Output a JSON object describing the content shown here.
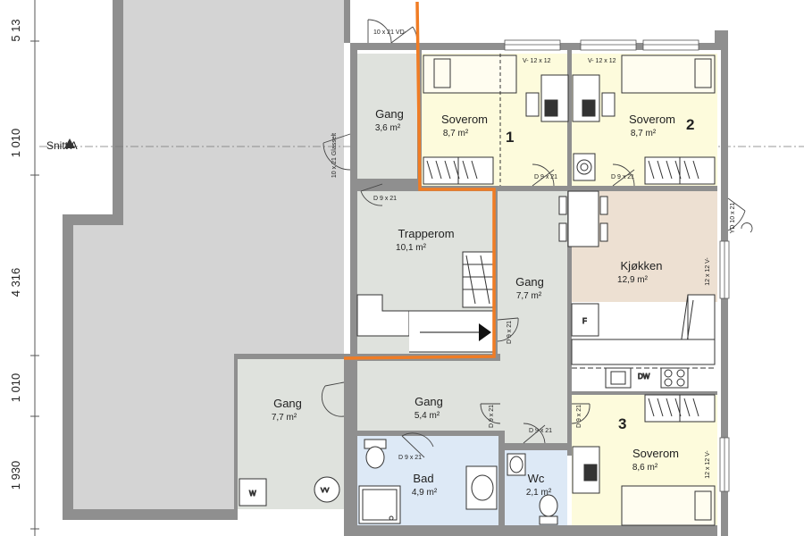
{
  "colors": {
    "corridor": "#dfe2dd",
    "bedroom": "#fdfbdc",
    "kitchen": "#ede0d2",
    "wet_room": "#dde9f6",
    "wall": "#8f8f8f",
    "route": "#f07c24",
    "open_area": "#d4d4d4"
  },
  "dimensions": {
    "top": "5 13",
    "row1": "1 010",
    "main": "4 316",
    "row3": "1 010",
    "bottom": "1 930"
  },
  "section_label": "Snitt A",
  "rooms": {
    "gang_top": {
      "name": "Gang",
      "area": "3,6 m²"
    },
    "soverom_1": {
      "name": "Soverom",
      "area": "8,7 m²"
    },
    "soverom_2": {
      "name": "Soverom",
      "area": "8,7 m²"
    },
    "trapperom": {
      "name": "Trapperom",
      "area": "10,1 m²"
    },
    "gang_center": {
      "name": "Gang",
      "area": "7,7 m²"
    },
    "kjokken": {
      "name": "Kjøkken",
      "area": "12,9 m²"
    },
    "gang_left": {
      "name": "Gang",
      "area": "7,7 m²"
    },
    "gang_lower": {
      "name": "Gang",
      "area": "5,4 m²"
    },
    "bad": {
      "name": "Bad",
      "area": "4,9 m²"
    },
    "wc": {
      "name": "Wc",
      "area": "2,1 m²"
    },
    "soverom_3": {
      "name": "Soverom",
      "area": "8,6 m²"
    }
  },
  "room_numbers": {
    "r1": "1",
    "r2": "2",
    "r3": "3"
  },
  "door_tags": {
    "vd": "10 x 21 VD-",
    "side_left": "10 x 21 Glasselt",
    "d9x21": "D 9 x 21",
    "yd": "YD 10 x 21"
  },
  "window_tags": {
    "v_12x12": "V- 12 x 12",
    "side_12x12": "12 x 12 V-"
  },
  "fixture_labels": {
    "fridge": "F",
    "dishwasher": "DW",
    "washer": "W",
    "water_heater": "VV"
  }
}
